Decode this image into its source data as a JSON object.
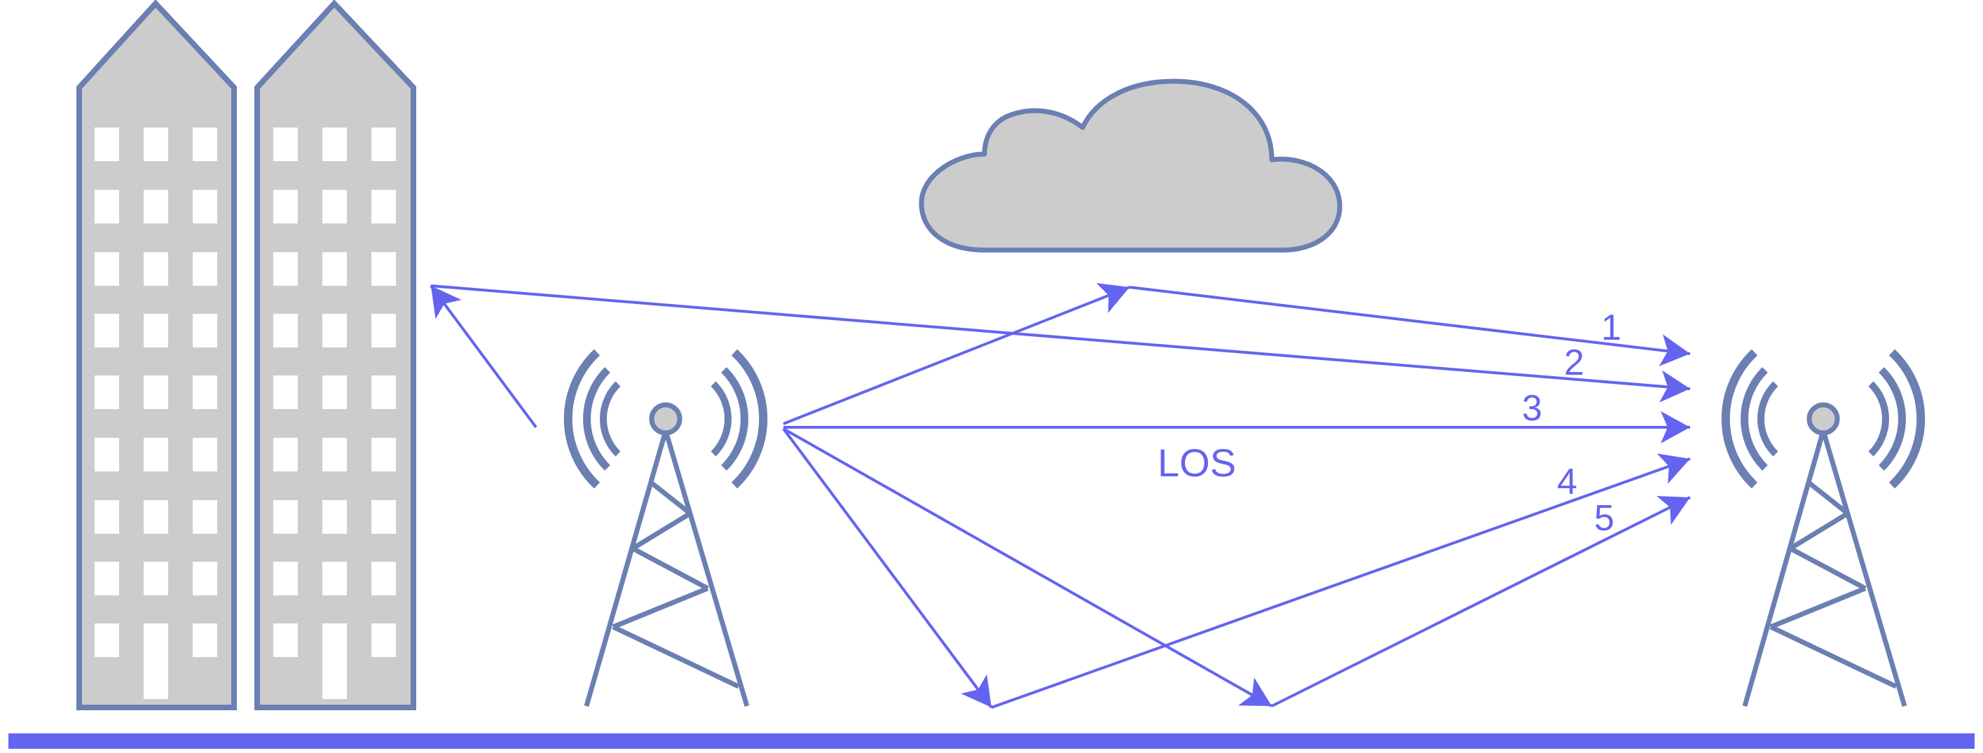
{
  "diagram": {
    "path_labels": [
      "1",
      "2",
      "3",
      "4",
      "5"
    ],
    "los_label": "LOS"
  },
  "colors": {
    "outline": "#6b7fb3",
    "fill": "#cccccc",
    "window": "#ffffff",
    "ray": "#6464f0",
    "ground": "#6464f0"
  }
}
